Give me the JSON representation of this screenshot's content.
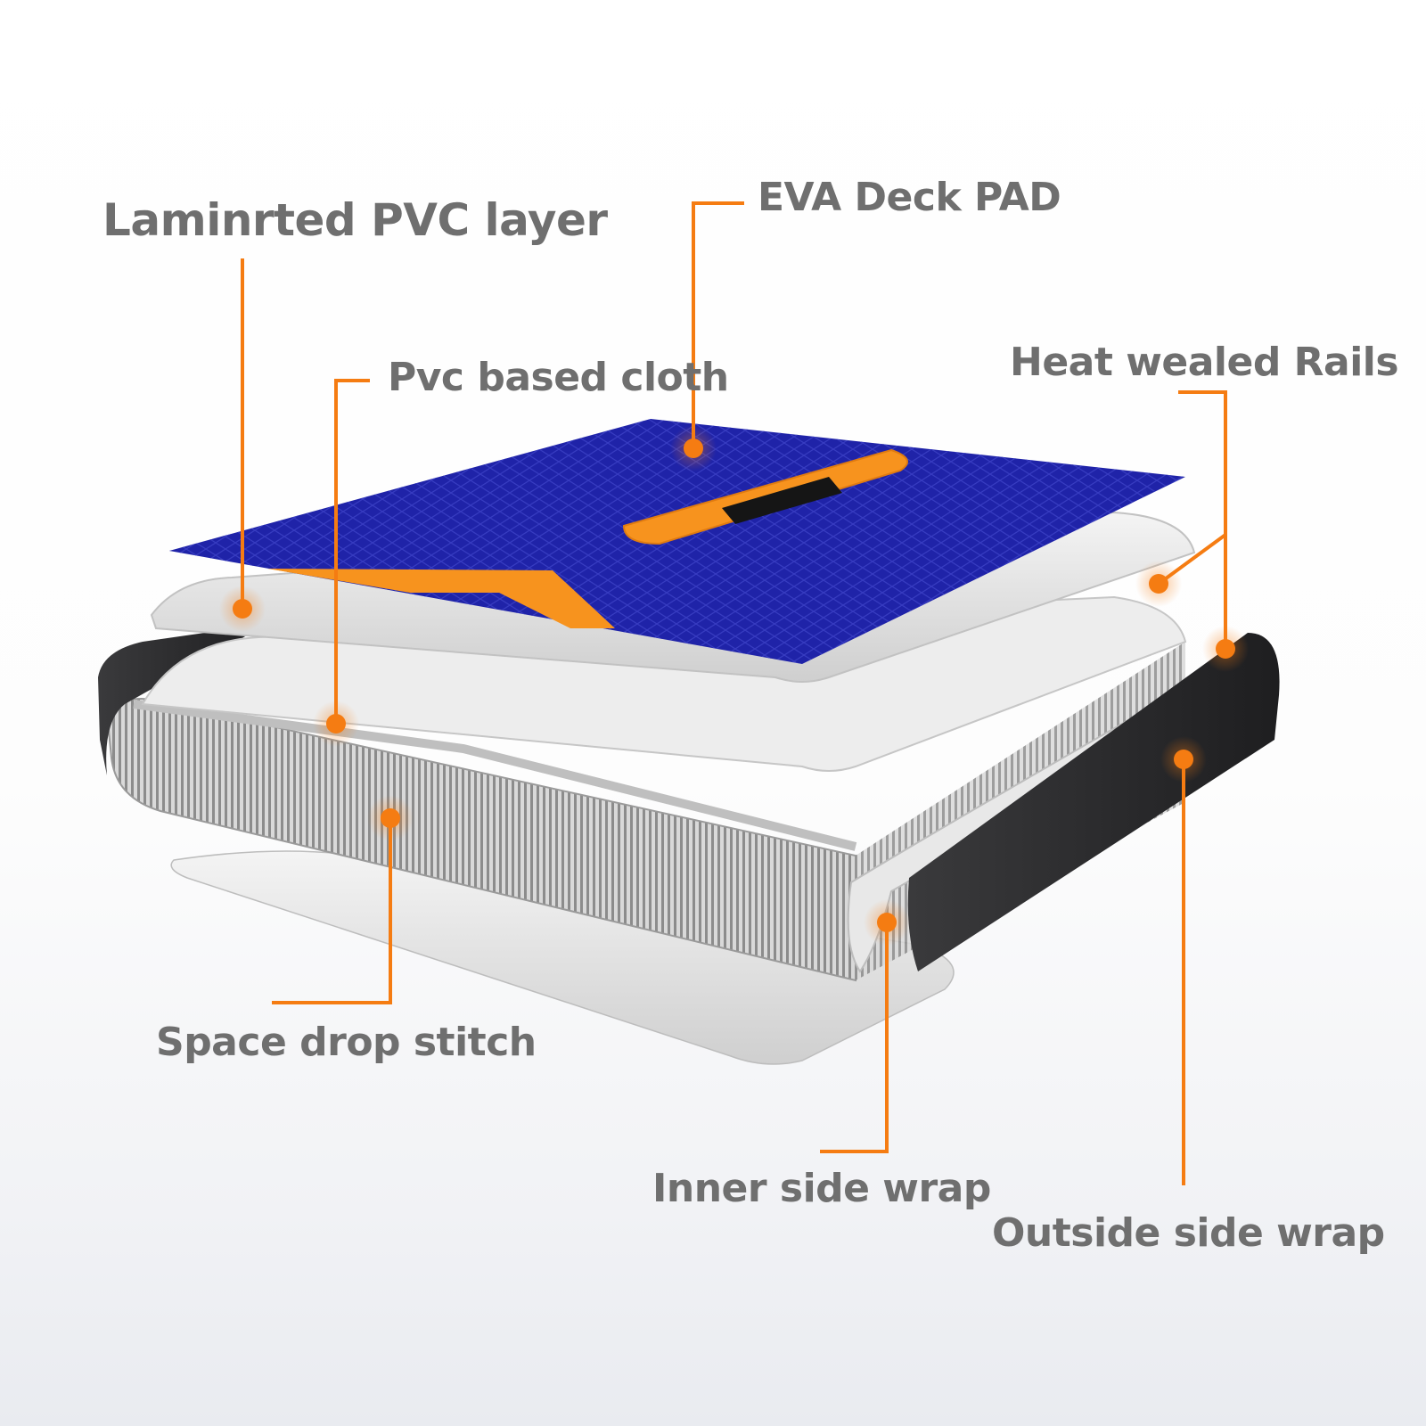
{
  "labels": {
    "laminated": "Laminrted PVC layer",
    "eva": "EVA Deck PAD",
    "pvc_cloth": "Pvc based cloth",
    "rails": "Heat wealed Rails",
    "drop_stitch": "Space drop stitch",
    "inner_wrap": "Inner side wrap",
    "outside_wrap": "Outside side wrap"
  },
  "colors": {
    "accent": "#f57c12",
    "label_text": "#6f6f6f",
    "deck_blue": "#1f23a8",
    "deck_orange": "#f7931e",
    "rail_dark": "#2c2c2e"
  }
}
